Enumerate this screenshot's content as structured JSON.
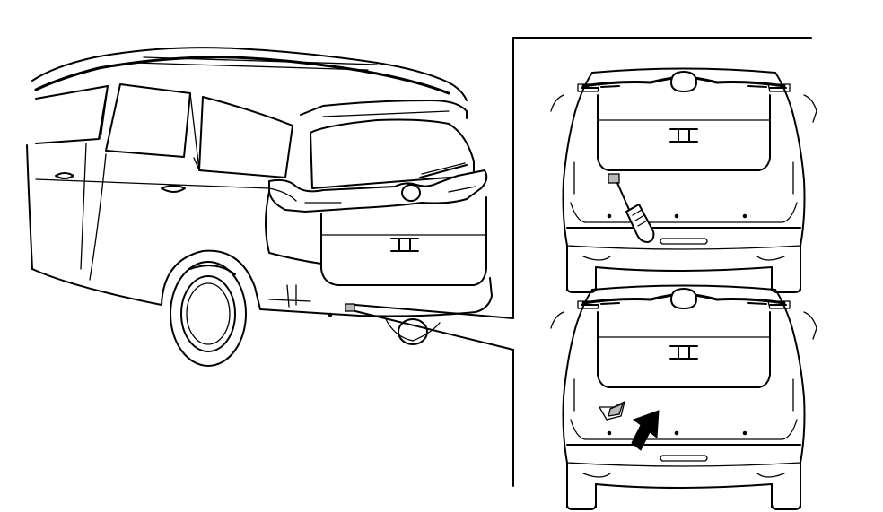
{
  "diagram": {
    "panels": [
      "main-van-rear-view",
      "detail-tool-insertion",
      "detail-cover-removed"
    ],
    "icons": [
      "minivan-illustration",
      "screwdriver-icon",
      "arrow-icon",
      "tow-hook-cover-icon"
    ],
    "colors": {
      "line": "#000000",
      "background": "#ffffff",
      "highlight_fill": "#b9b9b9"
    }
  }
}
